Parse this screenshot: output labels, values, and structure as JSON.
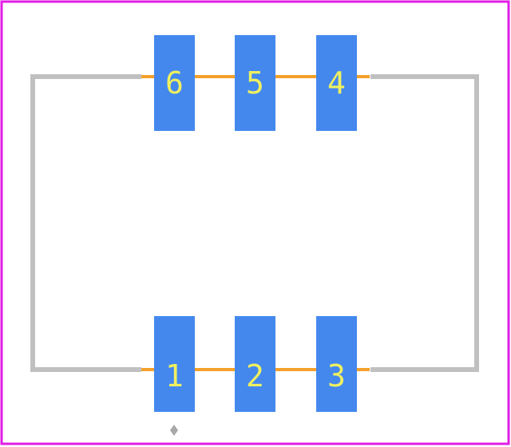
{
  "colors": {
    "background": "#ffffff",
    "courtyard": "#e01ee6",
    "silkscreen": "#c0c0c0",
    "pad": "#4488ee",
    "pad_label": "#f0f060",
    "trace": "#f5a02a",
    "origin_marker": "#a8a8a8"
  },
  "pads": [
    {
      "number": "1",
      "row": "bottom",
      "column": 1
    },
    {
      "number": "2",
      "row": "bottom",
      "column": 2
    },
    {
      "number": "3",
      "row": "bottom",
      "column": 3
    },
    {
      "number": "4",
      "row": "top",
      "column": 3
    },
    {
      "number": "5",
      "row": "top",
      "column": 2
    },
    {
      "number": "6",
      "row": "top",
      "column": 1
    }
  ],
  "origin_marker": {
    "icon": "diamond-icon"
  }
}
